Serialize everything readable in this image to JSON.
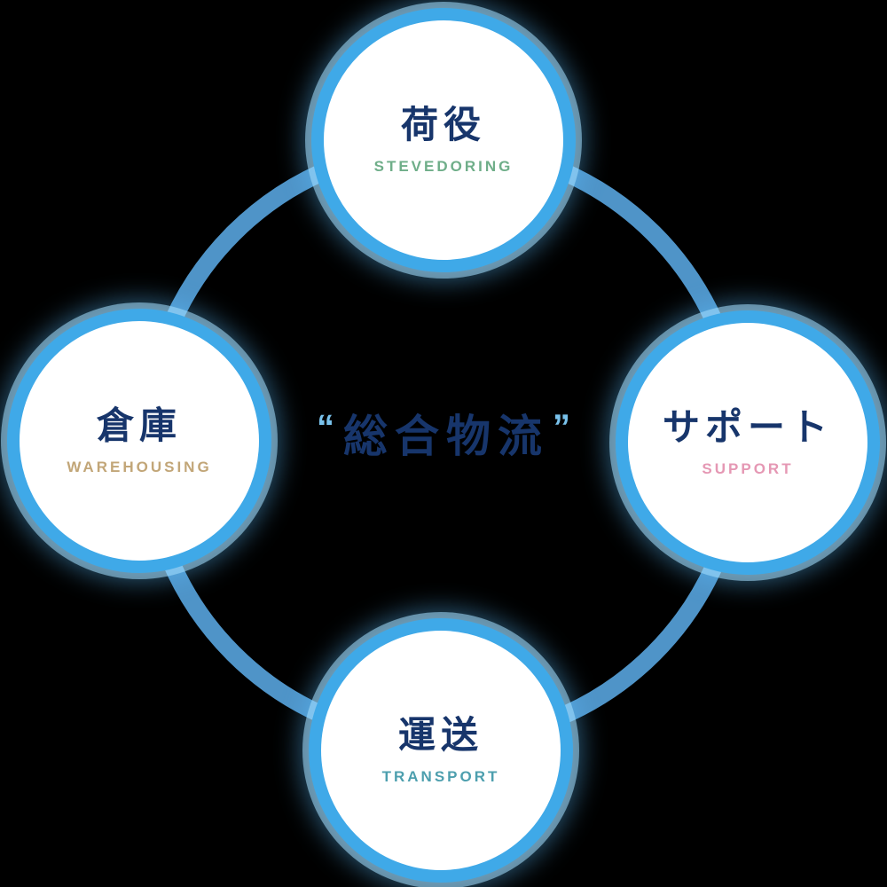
{
  "diagram": {
    "center": {
      "open_quote": "“",
      "title": "総合物流",
      "close_quote": "”",
      "title_color": "#17356b",
      "quote_color": "#79c2ec"
    },
    "nodes": [
      {
        "id": "stevedoring",
        "label": "荷役",
        "sublabel": "STEVEDORING",
        "label_color": "#17356b",
        "sublabel_color": "#6fae89"
      },
      {
        "id": "support",
        "label": "サポート",
        "sublabel": "SUPPORT",
        "label_color": "#17356b",
        "sublabel_color": "#e598b4"
      },
      {
        "id": "transport",
        "label": "運送",
        "sublabel": "TRANSPORT",
        "label_color": "#17356b",
        "sublabel_color": "#4d9fae"
      },
      {
        "id": "warehousing",
        "label": "倉庫",
        "sublabel": "WAREHOUSING",
        "label_color": "#17356b",
        "sublabel_color": "#c2a678"
      }
    ],
    "colors": {
      "background": "#000000",
      "ring": "#4f94c8",
      "node_border": "#3fa9e8",
      "node_fill": "#ffffff",
      "node_glow": "#aee0ff"
    }
  }
}
